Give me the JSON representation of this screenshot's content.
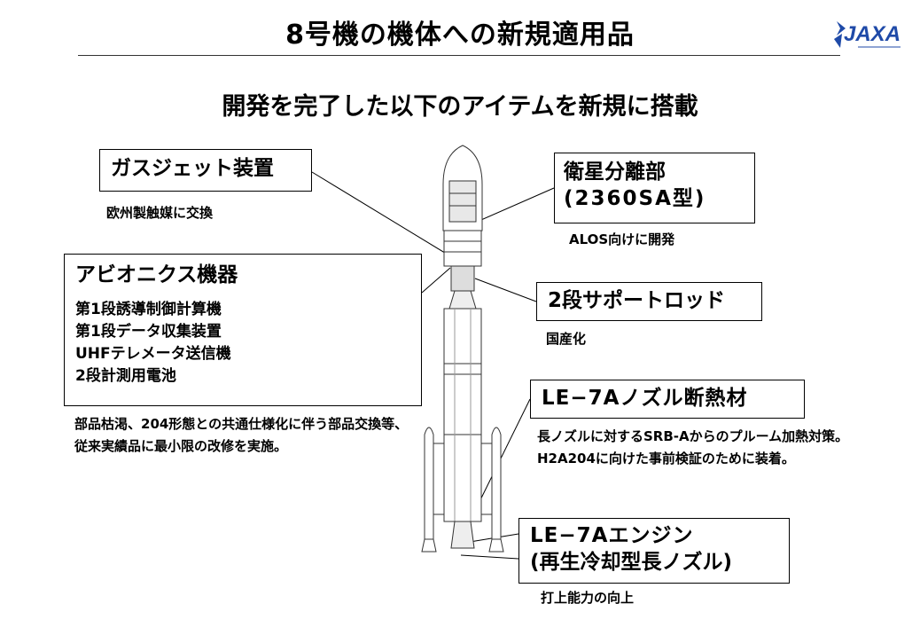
{
  "header": {
    "title": "8号機の機体への新規適用品",
    "subtitle": "開発を完了した以下のアイテムを新規に搭載"
  },
  "logo": {
    "text": "JAXA",
    "icon": "jaxa-logo-icon",
    "color": "#1f4aa8"
  },
  "items": {
    "gas_jet": {
      "label": "ガスジェット装置",
      "note": "欧州製触媒に交換"
    },
    "avionics": {
      "label": "アビオニクス機器",
      "list": [
        "第1段誘導制御計算機",
        "第1段データ収集装置",
        "UHFテレメータ送信機",
        "2段計測用電池"
      ],
      "note": "部品枯渇、204形態との共通仕様化に伴う部品交換等、従来実績品に最小限の改修を実施。"
    },
    "separation": {
      "label_line1": "衛星分離部",
      "label_line2": "(2360SA型)",
      "note": "ALOS向けに開発"
    },
    "support_rod": {
      "label": "2段サポートロッド",
      "note": "国産化"
    },
    "nozzle_insulation": {
      "label": "LE−7Aノズル断熱材",
      "note": "長ノズルに対するSRB-Aからのプルーム加熱対策。H2A204に向けた事前検証のために装着。"
    },
    "engine": {
      "label_line1": "LE−7Aエンジン",
      "label_line2": "(再生冷却型長ノズル)",
      "note": "打上能力の向上"
    }
  },
  "rocket": {
    "icon": "h2a-rocket-illustration-icon"
  }
}
